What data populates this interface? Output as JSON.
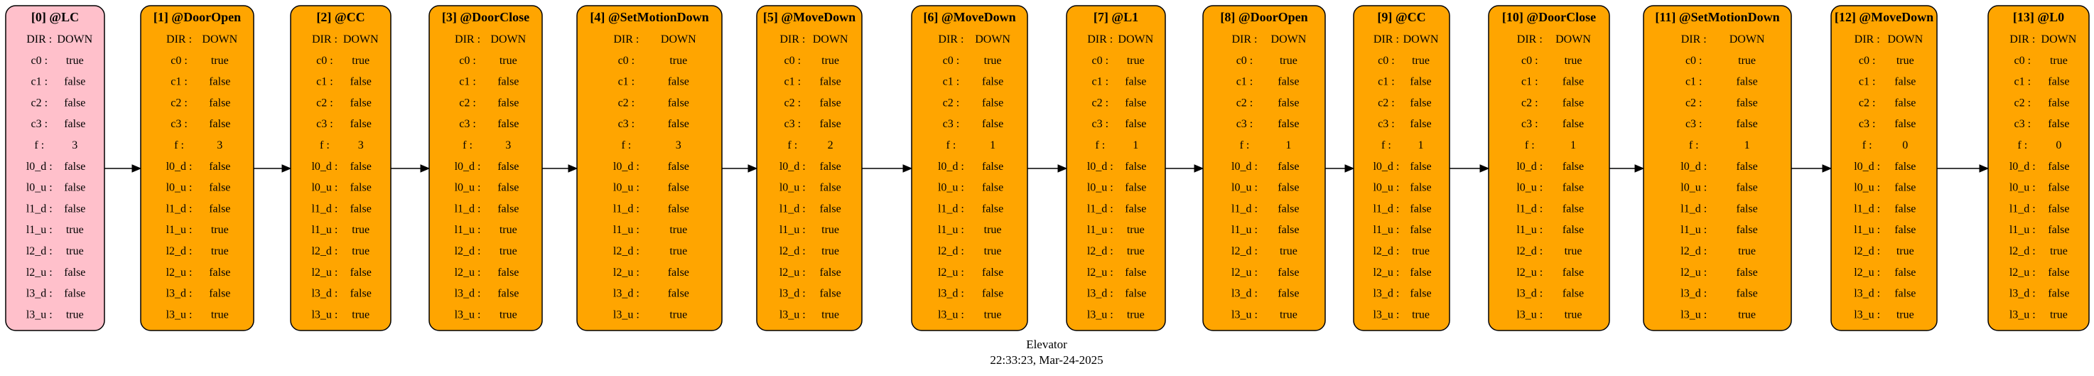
{
  "diagram": {
    "caption_title": "Elevator",
    "caption_time": "22:33:23, Mar-24-2025",
    "field_labels": [
      "DIR :",
      "c0 :",
      "c1 :",
      "c2 :",
      "c3 :",
      "f :",
      "l0_d :",
      "l0_u :",
      "l1_d :",
      "l1_u :",
      "l2_d :",
      "l2_u :",
      "l3_d :",
      "l3_u :"
    ],
    "colors": {
      "initial_fill": "#ffc0cb",
      "state_fill": "#ffa500",
      "stroke": "#000000"
    },
    "nodes": [
      {
        "title": "[0] @LC",
        "kind": "initial",
        "values": [
          "DOWN",
          "true",
          "false",
          "false",
          "false",
          "3",
          "false",
          "false",
          "false",
          "true",
          "true",
          "false",
          "false",
          "true"
        ]
      },
      {
        "title": "[1] @DoorOpen",
        "kind": "state",
        "values": [
          "DOWN",
          "true",
          "false",
          "false",
          "false",
          "3",
          "false",
          "false",
          "false",
          "true",
          "true",
          "false",
          "false",
          "true"
        ]
      },
      {
        "title": "[2] @CC",
        "kind": "state",
        "values": [
          "DOWN",
          "true",
          "false",
          "false",
          "false",
          "3",
          "false",
          "false",
          "false",
          "true",
          "true",
          "false",
          "false",
          "true"
        ]
      },
      {
        "title": "[3] @DoorClose",
        "kind": "state",
        "values": [
          "DOWN",
          "true",
          "false",
          "false",
          "false",
          "3",
          "false",
          "false",
          "false",
          "true",
          "true",
          "false",
          "false",
          "true"
        ]
      },
      {
        "title": "[4] @SetMotionDown",
        "kind": "state",
        "values": [
          "DOWN",
          "true",
          "false",
          "false",
          "false",
          "3",
          "false",
          "false",
          "false",
          "true",
          "true",
          "false",
          "false",
          "true"
        ]
      },
      {
        "title": "[5] @MoveDown",
        "kind": "state",
        "values": [
          "DOWN",
          "true",
          "false",
          "false",
          "false",
          "2",
          "false",
          "false",
          "false",
          "true",
          "true",
          "false",
          "false",
          "true"
        ]
      },
      {
        "title": "[6] @MoveDown",
        "kind": "state",
        "values": [
          "DOWN",
          "true",
          "false",
          "false",
          "false",
          "1",
          "false",
          "false",
          "false",
          "true",
          "true",
          "false",
          "false",
          "true"
        ]
      },
      {
        "title": "[7] @L1",
        "kind": "state",
        "values": [
          "DOWN",
          "true",
          "false",
          "false",
          "false",
          "1",
          "false",
          "false",
          "false",
          "true",
          "true",
          "false",
          "false",
          "true"
        ]
      },
      {
        "title": "[8] @DoorOpen",
        "kind": "state",
        "values": [
          "DOWN",
          "true",
          "false",
          "false",
          "false",
          "1",
          "false",
          "false",
          "false",
          "false",
          "true",
          "false",
          "false",
          "true"
        ]
      },
      {
        "title": "[9] @CC",
        "kind": "state",
        "values": [
          "DOWN",
          "true",
          "false",
          "false",
          "false",
          "1",
          "false",
          "false",
          "false",
          "false",
          "true",
          "false",
          "false",
          "true"
        ]
      },
      {
        "title": "[10] @DoorClose",
        "kind": "state",
        "values": [
          "DOWN",
          "true",
          "false",
          "false",
          "false",
          "1",
          "false",
          "false",
          "false",
          "false",
          "true",
          "false",
          "false",
          "true"
        ]
      },
      {
        "title": "[11] @SetMotionDown",
        "kind": "state",
        "values": [
          "DOWN",
          "true",
          "false",
          "false",
          "false",
          "1",
          "false",
          "false",
          "false",
          "false",
          "true",
          "false",
          "false",
          "true"
        ]
      },
      {
        "title": "[12] @MoveDown",
        "kind": "state",
        "values": [
          "DOWN",
          "true",
          "false",
          "false",
          "false",
          "0",
          "false",
          "false",
          "false",
          "false",
          "true",
          "false",
          "false",
          "true"
        ]
      },
      {
        "title": "[13] @L0",
        "kind": "state",
        "values": [
          "DOWN",
          "true",
          "false",
          "false",
          "false",
          "0",
          "false",
          "false",
          "false",
          "false",
          "true",
          "false",
          "false",
          "true"
        ]
      }
    ]
  }
}
